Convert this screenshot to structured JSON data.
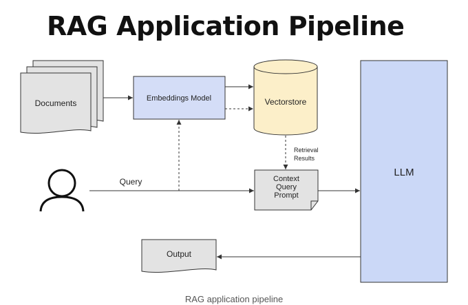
{
  "title": "RAG Application Pipeline",
  "caption": "RAG application pipeline",
  "nodes": {
    "documents": "Documents",
    "embeddings_model": "Embeddings Model",
    "vectorstore": "Vectorstore",
    "prompt_lines": [
      "Context",
      "Query",
      "Prompt"
    ],
    "llm": "LLM",
    "output": "Output"
  },
  "edges": {
    "query": "Query",
    "retrieval_lines": [
      "Retrieval",
      "Results"
    ]
  },
  "colors": {
    "embeddings_fill": "#d4ddf7",
    "vectorstore_fill": "#fcefc9",
    "llm_fill": "#cbd8f7",
    "doc_fill": "#e3e3e3",
    "stroke": "#333333"
  }
}
